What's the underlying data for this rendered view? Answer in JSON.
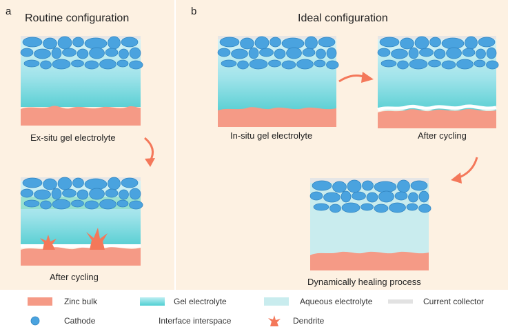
{
  "panel_a": {
    "letter": "a",
    "title": "Routine configuration",
    "caption_top": "Ex-situ gel electrolyte",
    "caption_bottom": "After cycling"
  },
  "panel_b": {
    "letter": "b",
    "title": "Ideal configuration",
    "caption_left": "In-situ gel electrolyte",
    "caption_right": "After cycling",
    "caption_bottom": "Dynamically healing process"
  },
  "legend": {
    "zinc_bulk": "Zinc bulk",
    "gel_electrolyte": "Gel electrolyte",
    "aqueous_electrolyte": "Aqueous electrolyte",
    "current_collector": "Current collector",
    "cathode": "Cathode",
    "interface_interspace": "Interface interspace",
    "dendrite": "Dendrite"
  },
  "colors": {
    "zinc": "#f59a86",
    "gel_top": "#d2f1f6",
    "gel_bottom": "#5fd2d6",
    "aqueous": "#c9ecee",
    "collector": "#e6e6e6",
    "cathode": "#4aa3df",
    "cathode_stroke": "#2f82be",
    "arrow": "#f4785a",
    "panel_bg": "#fdf1e2"
  }
}
